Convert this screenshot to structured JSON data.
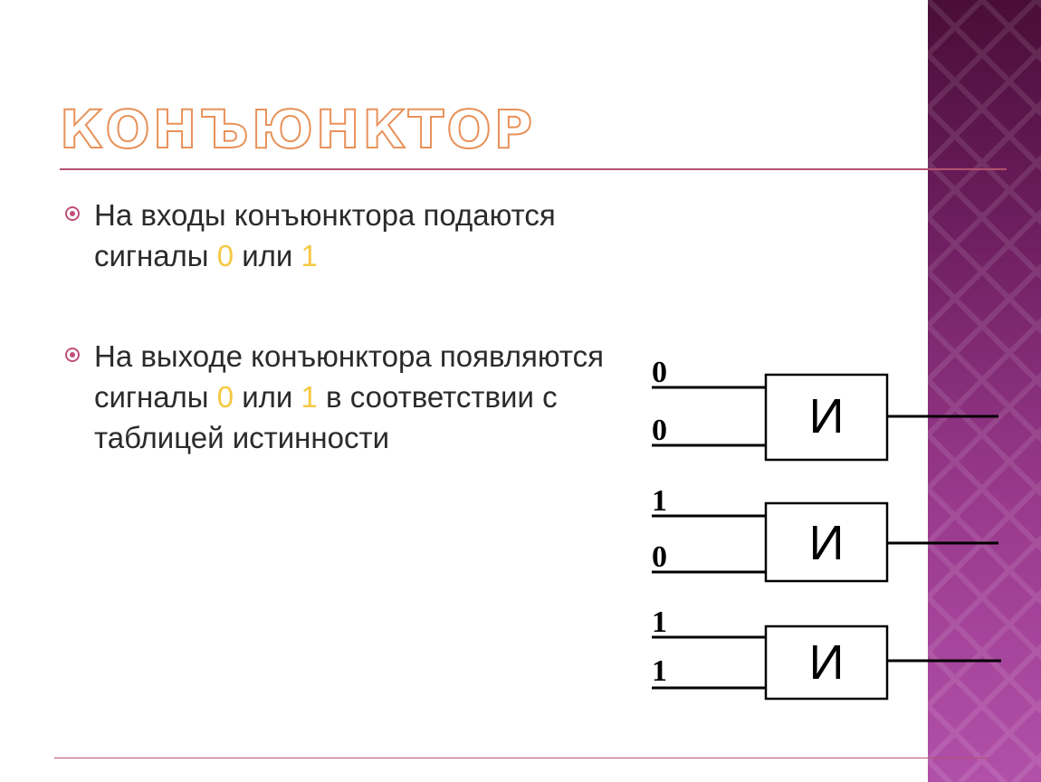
{
  "slide": {
    "title": "Конъюнктор",
    "bullets": [
      {
        "text_before": "На входы конъюнктора подаются сигналы ",
        "value_a": "0",
        "text_mid": " или ",
        "value_b": "1",
        "text_after": ""
      },
      {
        "text_before": "На выходе конъюнктора появляются сигналы ",
        "value_a": "0",
        "text_mid": " или ",
        "value_b": "1",
        "text_after": " в соответствии с таблицей истинности"
      }
    ]
  },
  "colors": {
    "accent": "#b2526e",
    "highlight": "#f5c842",
    "title_outline": "#e8925a",
    "sidebar_top": "#4a0d38",
    "sidebar_bottom": "#b150a8"
  },
  "gates": [
    {
      "label": "И",
      "input_1": "0",
      "input_2": "0"
    },
    {
      "label": "И",
      "input_1": "1",
      "input_2": "0"
    },
    {
      "label": "И",
      "input_1": "1",
      "input_2": "1"
    }
  ]
}
